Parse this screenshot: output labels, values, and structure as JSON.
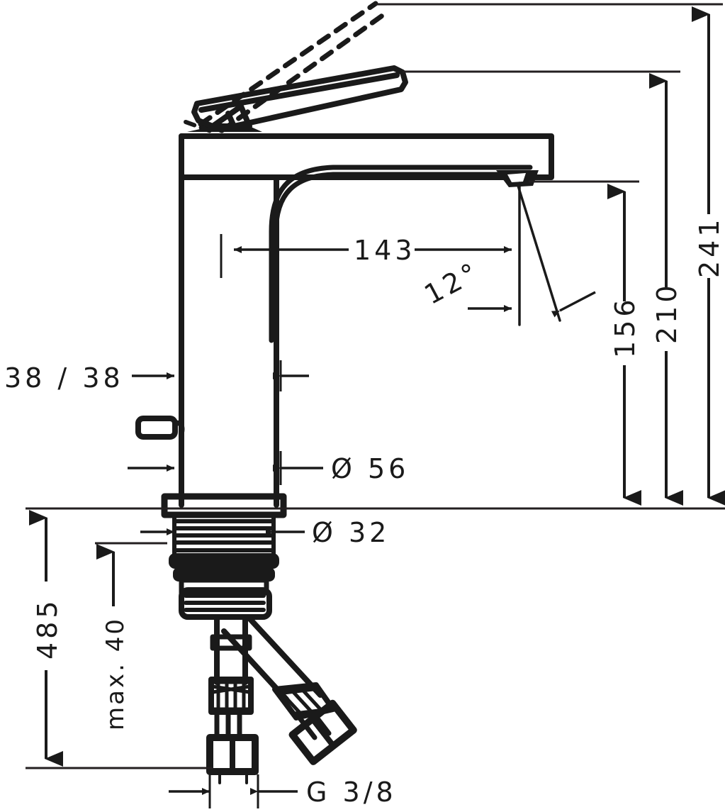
{
  "drawing": {
    "type": "technical-dimension-drawing",
    "subject": "single-lever basin mixer faucet",
    "units": "mm",
    "background_color": "#ffffff",
    "line_color": "#1a1a1a",
    "thin_line_color": "#231f20"
  },
  "dimensions": {
    "spout_reach": {
      "label": "143",
      "orientation": "horizontal",
      "description": "horizontal spout projection from body centre"
    },
    "spout_angle": {
      "label": "12°",
      "orientation": "rotated",
      "description": "aerator outlet angle"
    },
    "spout_height": {
      "label": "156",
      "orientation": "vertical",
      "description": "height of spout outlet above countertop"
    },
    "body_height": {
      "label": "210",
      "orientation": "vertical",
      "description": "height of faucet body with lever closed"
    },
    "open_height": {
      "label": "241",
      "orientation": "vertical",
      "description": "total height with lever raised"
    },
    "handle_clearance": {
      "label": "38 / 38",
      "orientation": "horizontal",
      "description": "lever clearance dimensions"
    },
    "base_diameter": {
      "label": "Ø 56",
      "orientation": "horizontal",
      "description": "escutcheon base diameter"
    },
    "shank_diameter": {
      "label": "Ø 32",
      "orientation": "horizontal",
      "description": "mounting shank diameter"
    },
    "hose_length": {
      "label": "485",
      "orientation": "vertical",
      "description": "overall length of flexible connection hoses"
    },
    "max_thickness": {
      "label": "max. 40",
      "orientation": "vertical",
      "description": "maximum countertop thickness"
    },
    "thread_size": {
      "label": "G 3/8",
      "orientation": "horizontal",
      "description": "supply connection thread"
    }
  }
}
